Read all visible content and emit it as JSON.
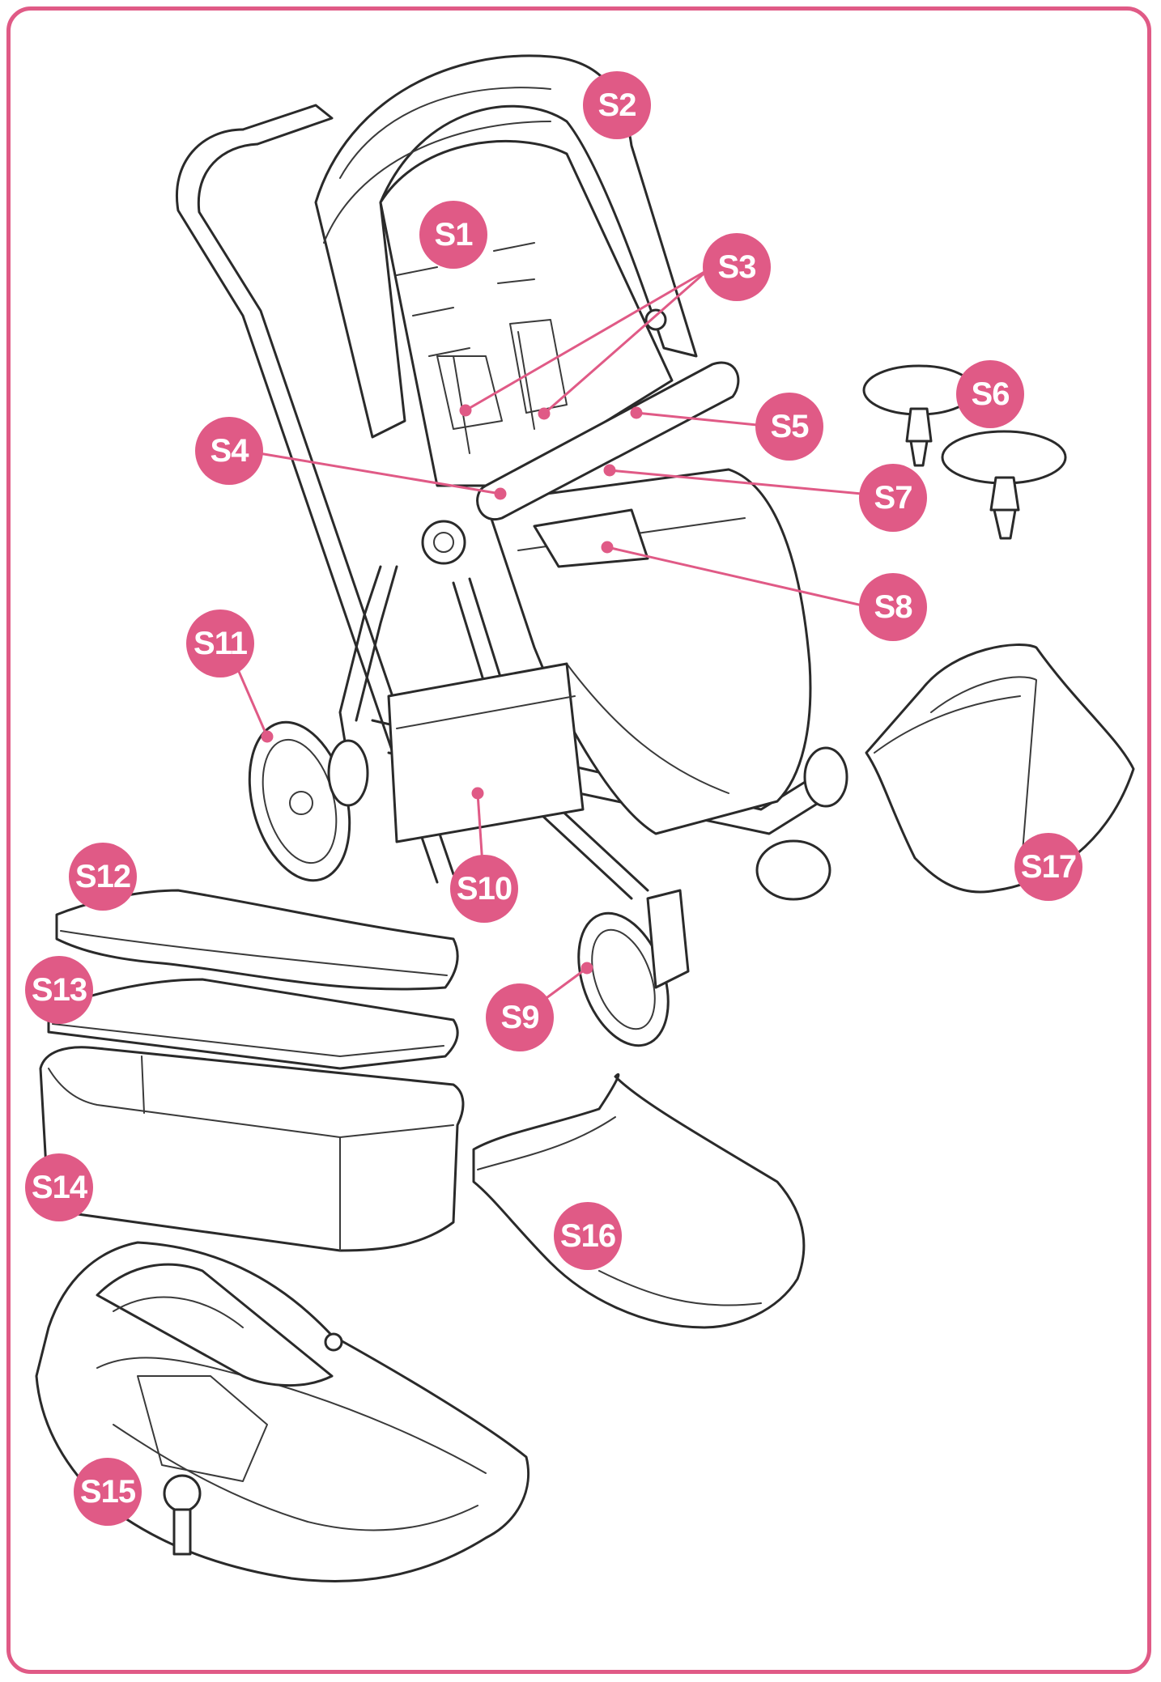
{
  "theme": {
    "accent": "#e05a86",
    "line": "#2a2a2a",
    "background": "#ffffff"
  },
  "labels": [
    {
      "id": "S1",
      "text": "S1"
    },
    {
      "id": "S2",
      "text": "S2"
    },
    {
      "id": "S3",
      "text": "S3"
    },
    {
      "id": "S4",
      "text": "S4"
    },
    {
      "id": "S5",
      "text": "S5"
    },
    {
      "id": "S6",
      "text": "S6"
    },
    {
      "id": "S7",
      "text": "S7"
    },
    {
      "id": "S8",
      "text": "S8"
    },
    {
      "id": "S9",
      "text": "S9"
    },
    {
      "id": "S10",
      "text": "S10"
    },
    {
      "id": "S11",
      "text": "S11"
    },
    {
      "id": "S12",
      "text": "S12"
    },
    {
      "id": "S13",
      "text": "S13"
    },
    {
      "id": "S14",
      "text": "S14"
    },
    {
      "id": "S15",
      "text": "S15"
    },
    {
      "id": "S16",
      "text": "S16"
    },
    {
      "id": "S17",
      "text": "S17"
    }
  ]
}
